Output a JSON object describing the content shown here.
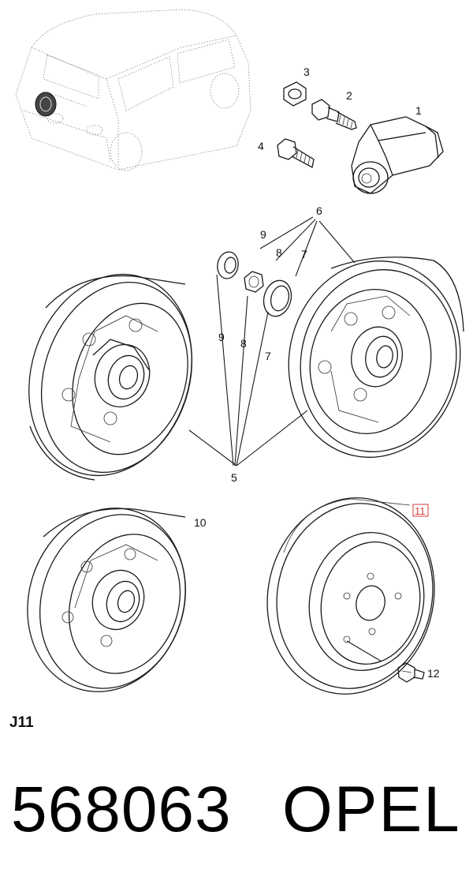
{
  "diagram": {
    "section_code": "J11",
    "callouts": {
      "c1": "1",
      "c2": "2",
      "c3": "3",
      "c4": "4",
      "c5": "5",
      "c6": "6",
      "c7a": "7",
      "c7b": "7",
      "c8a": "8",
      "c8b": "8",
      "c9a": "9",
      "c9b": "9",
      "c10": "10",
      "c11": "11",
      "c12": "12"
    }
  },
  "footer": {
    "part_number": "568063",
    "brand": "OPEL"
  },
  "colors": {
    "line": "#1a1a1a",
    "highlight_box": "#d33b3b"
  }
}
